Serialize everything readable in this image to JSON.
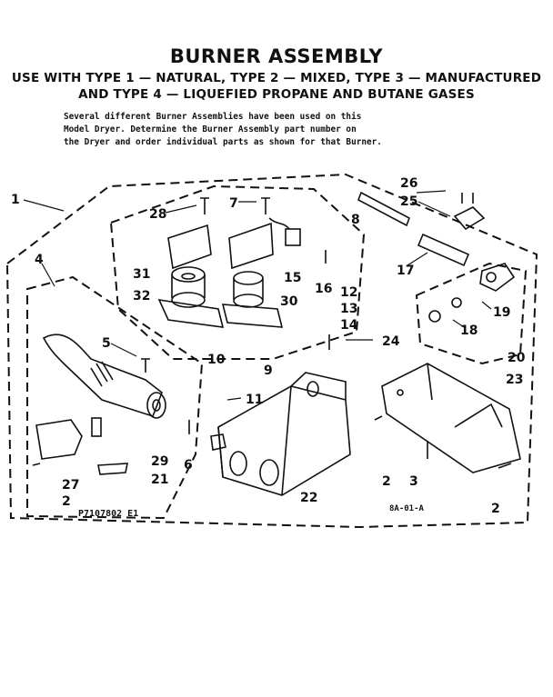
{
  "title": "BURNER ASSEMBLY",
  "subtitle": {
    "line1": "USE  WITH TYPE 1 — NATURAL, TYPE 2 — MIXED, TYPE 3 — MANUFACTURED",
    "line2": "AND TYPE 4 — LIQUEFIED PROPANE AND BUTANE GASES"
  },
  "description": {
    "line1": "Several different Burner Assemblies have been used on this",
    "line2": "Model Dryer.  Determine the Burner Assembly part number on",
    "line3": "the Dryer and order individual parts as shown for that Burner."
  },
  "callouts": {
    "c1": "1",
    "c2a": "2",
    "c2b": "2",
    "c2c": "2",
    "c3": "3",
    "c4": "4",
    "c5": "5",
    "c6": "6",
    "c7": "7",
    "c8": "8",
    "c9": "9",
    "c10": "10",
    "c11": "11",
    "c12": "12",
    "c13": "13",
    "c14": "14",
    "c15": "15",
    "c16": "16",
    "c17": "17",
    "c18": "18",
    "c19": "19",
    "c20": "20",
    "c21": "21",
    "c22": "22",
    "c23": "23",
    "c24": "24",
    "c25": "25",
    "c26": "26",
    "c27": "27",
    "c28": "28",
    "c29": "29",
    "c30": "30",
    "c31": "31",
    "c32": "32"
  },
  "figure_code": "P7107802 E1",
  "sheet_code": "8A-01-A"
}
